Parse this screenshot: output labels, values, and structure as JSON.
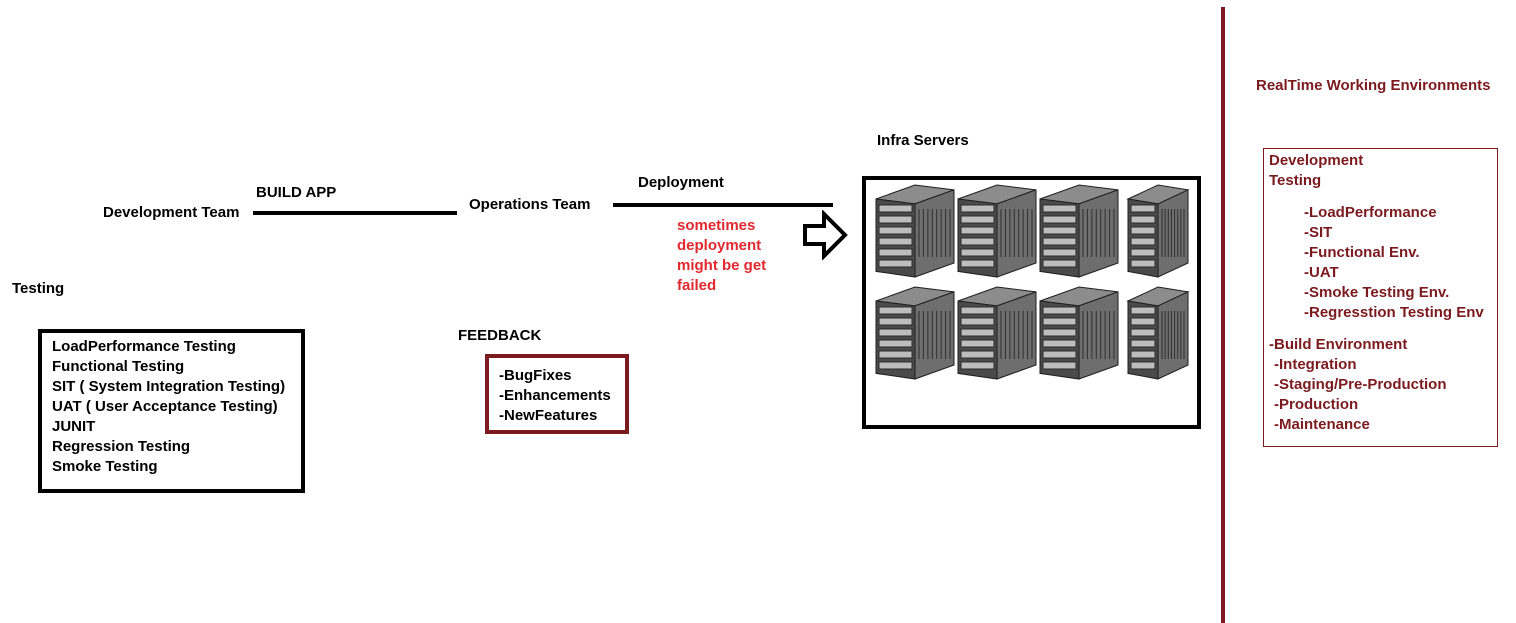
{
  "labels": {
    "development_team": "Development Team",
    "build_app": "BUILD APP",
    "operations_team": "Operations Team",
    "deployment": "Deployment",
    "infra_servers": "Infra Servers",
    "testing": "Testing",
    "feedback": "FEEDBACK",
    "realtime_title": "RealTime Working Environments"
  },
  "deployment_note": [
    "sometimes",
    "deployment",
    "might be get",
    "failed"
  ],
  "testing_items": [
    "LoadPerformance Testing",
    "Functional Testing",
    "SIT ( System Integration Testing)",
    "UAT ( User Acceptance Testing)",
    "JUNIT",
    "Regression Testing",
    "Smoke Testing"
  ],
  "feedback_items": [
    "-BugFixes",
    "-Enhancements",
    "-NewFeatures"
  ],
  "environments": {
    "top": [
      "Development",
      "Testing"
    ],
    "testing_sub": [
      "-LoadPerformance",
      "-SIT",
      "-Functional Env.",
      "-UAT",
      "-Smoke Testing Env.",
      "-Regresstion Testing Env"
    ],
    "bottom": [
      "-Build Environment",
      "-Integration",
      "-Staging/Pre-Production",
      "-Production",
      "-Maintenance"
    ]
  },
  "colors": {
    "maroon": "#7b1a1f",
    "failed_red": "#e0282f",
    "server_dark": "#4a4a4a",
    "server_mid": "#6e6e6e",
    "server_light": "#8c8c8c"
  },
  "icons": {
    "server": "server-rack-icon",
    "arrow": "arrow-right-icon"
  }
}
